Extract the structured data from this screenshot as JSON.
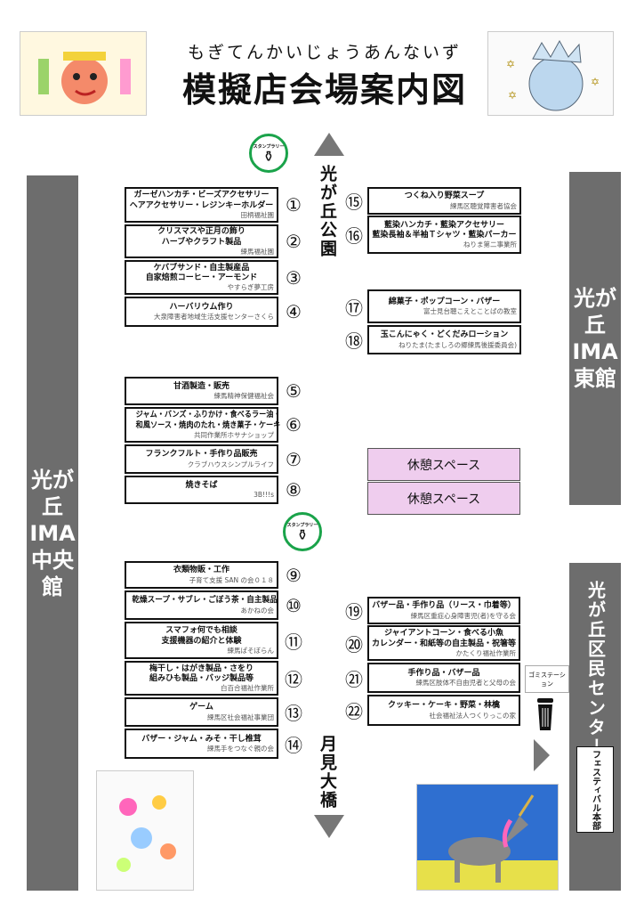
{
  "header": {
    "kana": "もぎてんかいじょうあんないず",
    "title": "模擬店会場案内図"
  },
  "landmarks": {
    "park": "光が丘公園",
    "bridge": "月見大橋",
    "central": "光が丘IMA中央館",
    "east": "光が丘IMA東館",
    "civic": "光が丘区民センター",
    "hq": "フェスティバル本部",
    "garbage": "ゴミステーション",
    "stamp": "スタンプラリー"
  },
  "rest_spaces": [
    "休憩スペース",
    "休憩スペース"
  ],
  "booths": [
    {
      "n": "①",
      "items": [
        "ガーゼハンカチ・ビーズアクセサリー",
        "ヘアアクセサリー・レジンキーホルダー"
      ],
      "org": "田柄福祉園"
    },
    {
      "n": "②",
      "items": [
        "クリスマスや正月の飾り",
        "ハーブやクラフト製品"
      ],
      "org": "練馬福祉園"
    },
    {
      "n": "③",
      "items": [
        "ケバブサンド・自主製産品",
        "自家焙煎コーヒー・アーモンド"
      ],
      "org": "やすらぎ夢工房"
    },
    {
      "n": "④",
      "items": [
        "ハーバリウム作り"
      ],
      "org": "大泉障害者地域生活支援センターさくら"
    },
    {
      "n": "⑤",
      "items": [
        "甘酒製造・販売"
      ],
      "org": "練馬精神保健福祉会"
    },
    {
      "n": "⑥",
      "items": [
        "ジャム・バンズ・ふりかけ・食べるラー油・",
        "和風ソース・焼肉のたれ・焼き菓子・ケーキ"
      ],
      "org": "共同作業所ホサナショップ"
    },
    {
      "n": "⑦",
      "items": [
        "フランクフルト・手作り品販売"
      ],
      "org": "クラブハウスシンプルライフ"
    },
    {
      "n": "⑧",
      "items": [
        "焼きそば"
      ],
      "org": "3B!!!s"
    },
    {
      "n": "⑨",
      "items": [
        "衣類物販・工作"
      ],
      "org": "子育て支援 SAN の会０１８"
    },
    {
      "n": "⑩",
      "items": [
        "乾燥スープ・サブレ・ごぼう茶・自主製品"
      ],
      "org": "あかねの会"
    },
    {
      "n": "⑪",
      "items": [
        "スマフォ何でも相談",
        "支援機器の紹介と体験"
      ],
      "org": "練馬ぱそぼらん"
    },
    {
      "n": "⑫",
      "items": [
        "梅干し・はがき製品・さをり",
        "組みひも製品・バッジ製品等"
      ],
      "org": "白百合福祉作業所"
    },
    {
      "n": "⑬",
      "items": [
        "ゲーム"
      ],
      "org": "練馬区社会福祉事業団"
    },
    {
      "n": "⑭",
      "items": [
        "バザー・ジャム・みそ・干し椎茸"
      ],
      "org": "練馬手をつなぐ親の会"
    },
    {
      "n": "⑮",
      "items": [
        "つくね入り野菜スープ"
      ],
      "org": "練馬区聴覚障害者協会"
    },
    {
      "n": "⑯",
      "items": [
        "藍染ハンカチ・藍染アクセサリー",
        "藍染長袖＆半袖Ｔシャツ・藍染パーカー"
      ],
      "org": "ねりま第二事業所"
    },
    {
      "n": "⑰",
      "items": [
        "綿菓子・ポップコーン・バザー"
      ],
      "org": "富士見台聴こえとことばの教室"
    },
    {
      "n": "⑱",
      "items": [
        "玉こんにゃく・どくだみローション"
      ],
      "org": "ねりたま(たましろの郷練馬後援委員会)"
    },
    {
      "n": "⑲",
      "items": [
        "バザー品・手作り品（リース・巾着等）"
      ],
      "org": "練馬区重症心身障害児(者)を守る会"
    },
    {
      "n": "⑳",
      "items": [
        "ジャイアントコーン・食べる小魚",
        "カレンダー・和紙等の自主製品・祝箸等"
      ],
      "org": "かたくり福祉作業所"
    },
    {
      "n": "㉑",
      "items": [
        "手作り品・バザー品"
      ],
      "org": "練馬区肢体不自由児者と父母の会"
    },
    {
      "n": "㉒",
      "items": [
        "クッキー・ケーキ・野菜・林檎"
      ],
      "org": "社会福祉法人つくりっこの家"
    }
  ]
}
